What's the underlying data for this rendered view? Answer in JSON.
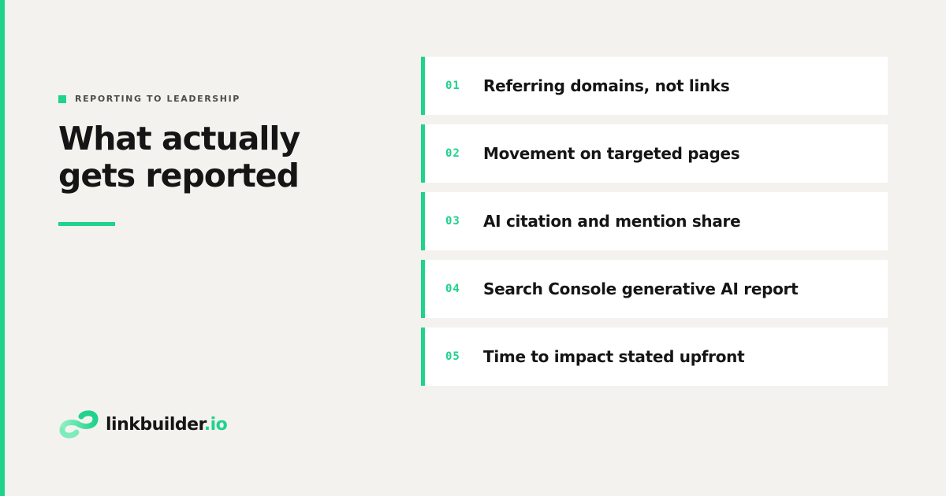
{
  "colors": {
    "accent": "#1fd38c",
    "background": "#f4f2ee",
    "card_background": "#ffffff",
    "text_dark": "#151515"
  },
  "eyebrow": {
    "label": "REPORTING TO LEADERSHIP"
  },
  "headline": {
    "line1": "What actually",
    "line2": "gets reported"
  },
  "items": [
    {
      "number": "01",
      "label": "Referring domains, not links"
    },
    {
      "number": "02",
      "label": "Movement on targeted pages"
    },
    {
      "number": "03",
      "label": "AI citation and mention share"
    },
    {
      "number": "04",
      "label": "Search Console generative AI report"
    },
    {
      "number": "05",
      "label": "Time to impact stated upfront"
    }
  ],
  "logo": {
    "icon": "chain-link-icon",
    "name": "linkbuilder",
    "tld": ".io"
  }
}
